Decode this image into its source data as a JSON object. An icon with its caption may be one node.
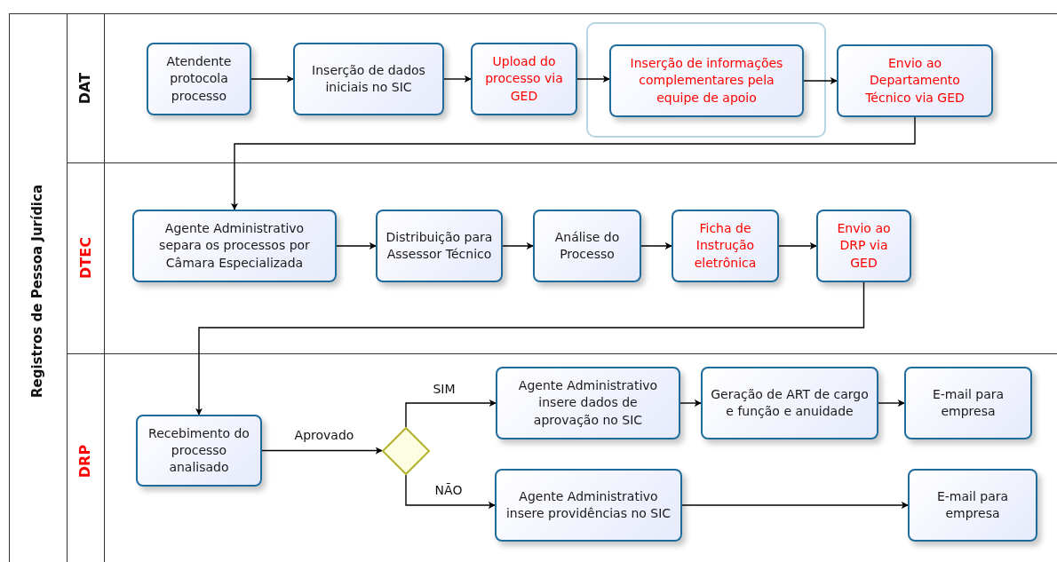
{
  "diagram": {
    "nodes": [
      {
        "text": [
          "Registros de Pessoa Jurídica"
        ]
      },
      {
        "text": [
          "DAT"
        ],
        "in": 0
      },
      {
        "text": [
          "DTEC"
        ],
        "in": 0
      },
      {
        "text": [
          "DRP"
        ],
        "in": 0
      },
      {
        "text": [
          "Atendente protocola processo"
        ],
        "in": 1
      },
      {
        "text": [
          "Inserção de dados iniciais no SIC"
        ],
        "in": 1
      },
      {
        "text": [
          "Upload do processo via GED"
        ],
        "in": 1
      },
      {
        "text": [],
        "shape": "box",
        "in": 1
      },
      {
        "text": [
          "Inserção de informações complementares pela equipe de apoio"
        ],
        "in": 7
      },
      {
        "text": [
          "Envio ao Departamento Técnico via GED"
        ],
        "in": 1
      },
      {
        "text": [
          "Agente Administrativo separa os processos por Câmara Especializada"
        ],
        "in": 2
      },
      {
        "text": [
          "Distribuição para Assessor Técnico"
        ],
        "in": 2
      },
      {
        "text": [
          "Análise do Processo"
        ],
        "in": 2
      },
      {
        "text": [
          "Ficha de Instrução eletrônica"
        ],
        "in": 2
      },
      {
        "text": [
          "Envio ao DRP via GED"
        ],
        "in": 2
      },
      {
        "text": [
          "Recebimento do processo analisado"
        ],
        "in": 3
      },
      {
        "text": [],
        "shape": "diamond",
        "in": 3
      },
      {
        "text": [
          "Agente Administrativo insere dados de aprovação no SIC"
        ],
        "in": 3
      },
      {
        "text": [
          "Geração de ART de cargo e função e anuidade"
        ],
        "in": 3
      },
      {
        "text": [
          "E-mail para empresa"
        ],
        "in": 3
      },
      {
        "text": [
          "Agente Administrativo insere providências no SIC"
        ],
        "in": 3
      },
      {
        "text": [
          "E-mail para empresa"
        ],
        "in": 3
      }
    ],
    "edges": [
      {
        "from": 4,
        "to": 5,
        "arrow": "to"
      },
      {
        "from": 5,
        "to": 6,
        "arrow": "to"
      },
      {
        "from": 6,
        "to": 8,
        "arrow": "to"
      },
      {
        "from": 8,
        "to": 9,
        "arrow": "to"
      },
      {
        "from": 9,
        "to": 10,
        "arrow": "to"
      },
      {
        "from": 10,
        "to": 11,
        "arrow": "to"
      },
      {
        "from": 11,
        "to": 12,
        "arrow": "to"
      },
      {
        "from": 12,
        "to": 13,
        "arrow": "to"
      },
      {
        "from": 13,
        "to": 14,
        "arrow": "to"
      },
      {
        "from": 14,
        "to": 15,
        "arrow": "to"
      },
      {
        "from": 15,
        "to": 16,
        "arrow": "to",
        "label": "Aprovado"
      },
      {
        "from": 16,
        "to": 17,
        "arrow": "to",
        "label": "SIM"
      },
      {
        "from": 16,
        "to": 20,
        "arrow": "to",
        "label": "NÃO"
      },
      {
        "from": 17,
        "to": 18,
        "arrow": "to"
      },
      {
        "from": 18,
        "to": 19,
        "arrow": "to"
      },
      {
        "from": 20,
        "to": 21,
        "arrow": "to"
      }
    ]
  }
}
